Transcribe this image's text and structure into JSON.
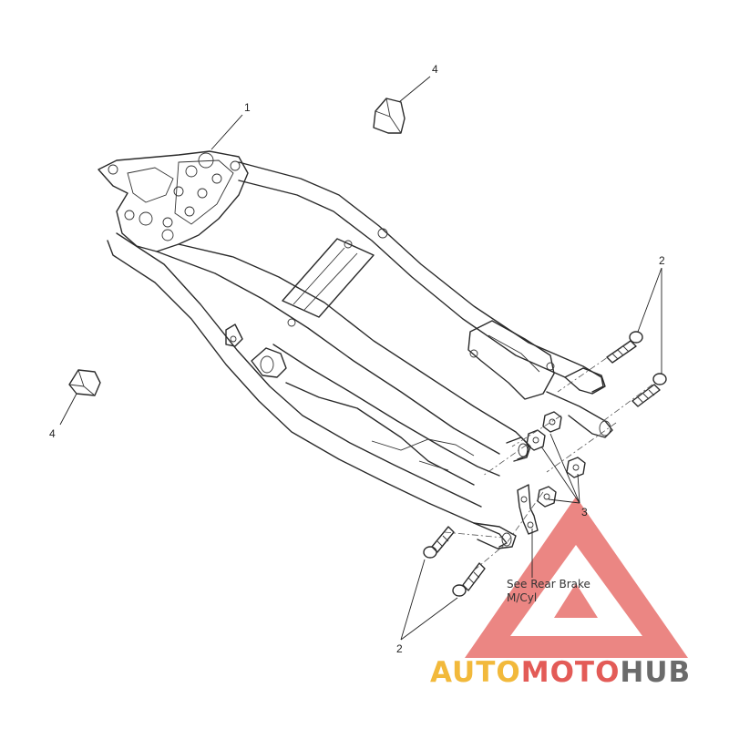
{
  "callouts": {
    "frame": "1",
    "bolts_right": "2",
    "bolts_left": "2",
    "nuts": "3",
    "bumper_top": "4",
    "bumper_left": "4"
  },
  "note": {
    "line1": "See Rear Brake",
    "line2": "M/Cyl"
  },
  "watermark": {
    "part1": "AUTO",
    "part2": "MOTO",
    "part3": "HUB",
    "colors": {
      "triangle": "#e8726e",
      "auto": "#f2b93b",
      "moto": "#e35b57",
      "hub": "#6b6b6b"
    }
  }
}
